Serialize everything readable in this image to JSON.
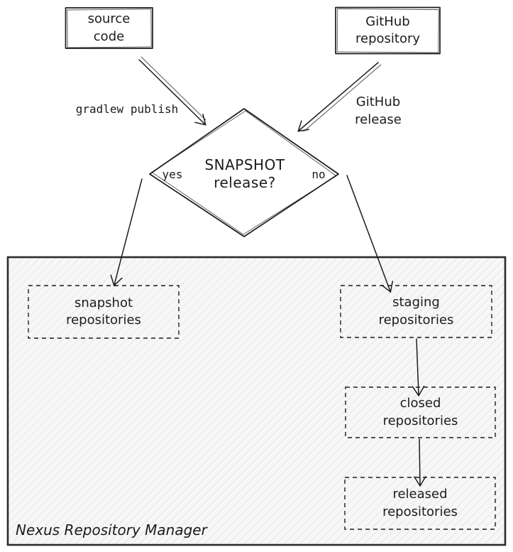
{
  "nodes": {
    "source_code": [
      "source",
      "code"
    ],
    "github_repository": [
      "GitHub",
      "repository"
    ],
    "decision": [
      "SNAPSHOT",
      "release?"
    ],
    "snapshot_repositories": [
      "snapshot",
      "repositories"
    ],
    "staging_repositories": [
      "staging",
      "repositories"
    ],
    "closed_repositories": [
      "closed",
      "repositories"
    ],
    "released_repositories": [
      "released",
      "repositories"
    ]
  },
  "edge_labels": {
    "gradlew_publish": "gradlew publish",
    "github_release": [
      "GitHub",
      "release"
    ],
    "yes": "yes",
    "no": "no"
  },
  "container": {
    "label": "Nexus Repository Manager"
  },
  "connections": [
    {
      "from": "source_code",
      "to": "decision",
      "label": "gradlew publish"
    },
    {
      "from": "github_repository",
      "to": "decision",
      "label": "GitHub release"
    },
    {
      "from": "decision",
      "to": "snapshot_repositories",
      "label": "yes"
    },
    {
      "from": "decision",
      "to": "staging_repositories",
      "label": "no"
    },
    {
      "from": "staging_repositories",
      "to": "closed_repositories",
      "label": ""
    },
    {
      "from": "closed_repositories",
      "to": "released_repositories",
      "label": ""
    }
  ],
  "colors": {
    "stroke": "#1c1c1c",
    "container_stroke": "#2b2b2b",
    "hatch_line": "#dcdcdc",
    "hatch_bg": "#f7f7f7",
    "background": "#ffffff"
  }
}
